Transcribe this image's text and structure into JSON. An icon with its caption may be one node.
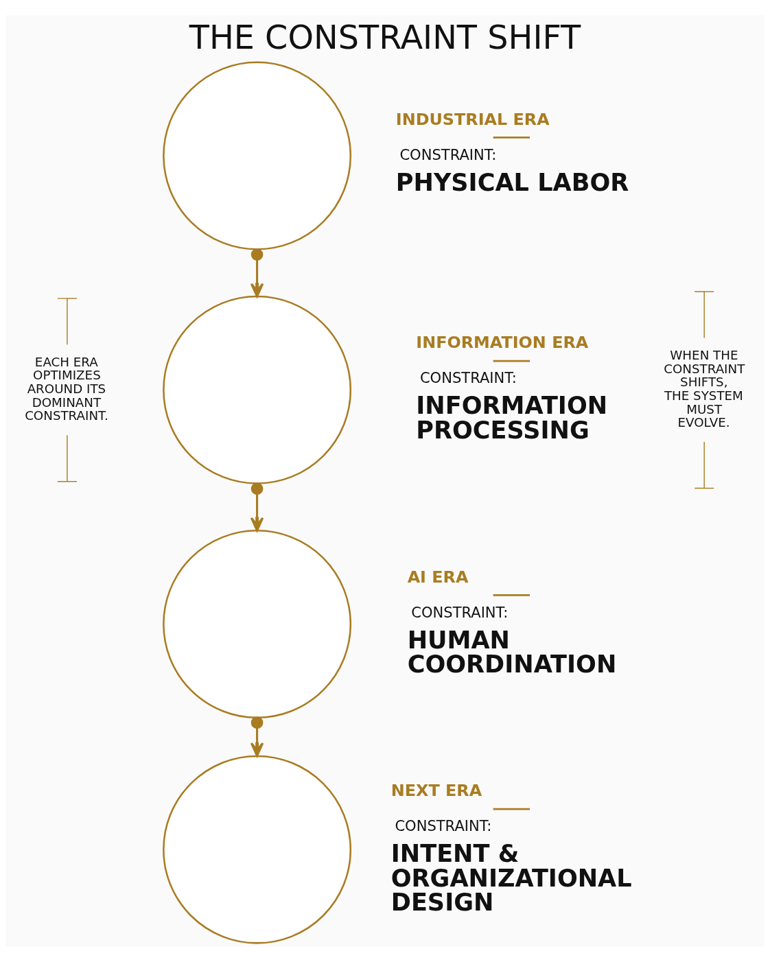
{
  "diagram": {
    "title": "THE CONSTRAINT SHIFT",
    "nodes": [
      {
        "text": [],
        "shape": "circle",
        "beside": [
          "INDUSTRIAL ERA",
          "CONSTRAINT:",
          "PHYSICAL LABOR"
        ]
      },
      {
        "text": [],
        "shape": "circle",
        "beside": [
          "INFORMATION ERA",
          "CONSTRAINT:",
          "INFORMATION PROCESSING"
        ]
      },
      {
        "text": [],
        "shape": "circle",
        "beside": [
          "AI ERA",
          "CONSTRAINT:",
          "HUMAN COORDINATION"
        ]
      },
      {
        "text": [],
        "shape": "circle",
        "beside": [
          "NEXT ERA",
          "CONSTRAINT:",
          "INTENT & ORGANIZATIONAL DESIGN"
        ]
      }
    ],
    "edges": [
      {
        "from": 0,
        "to": 1,
        "arrow": "to"
      },
      {
        "from": 1,
        "to": 2,
        "arrow": "to"
      },
      {
        "from": 2,
        "to": 3,
        "arrow": "to"
      }
    ],
    "labels": [
      "EACH ERA OPTIMIZES AROUND ITS DOMINANT CONSTRAINT.",
      "WHEN THE CONSTRAINT SHIFTS, THE SYSTEM MUST EVOLVE."
    ]
  }
}
